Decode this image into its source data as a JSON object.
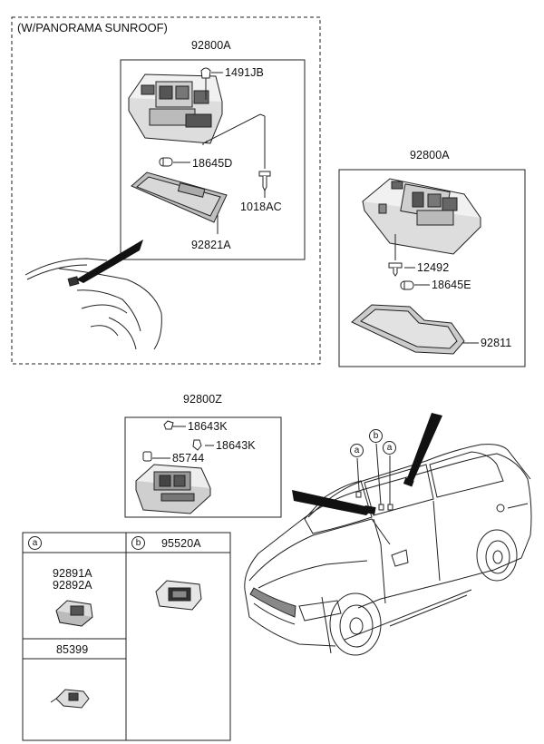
{
  "panorama": {
    "caption": "(W/PANORAMA SUNROOF)",
    "assembly": "92800A",
    "clip": "1491JB",
    "bulb": "18645D",
    "screw": "1018AC",
    "lens": "92821A"
  },
  "standard": {
    "assembly": "92800A",
    "screw": "12492",
    "bulb": "18645E",
    "lens": "92811"
  },
  "rear": {
    "assembly": "92800Z",
    "bulb_top": "18643K",
    "bulb_mid": "18643K",
    "socket": "85744"
  },
  "table": {
    "ref_a": "a",
    "ref_b": "b",
    "part_b": "95520A",
    "part_a1": "92891A",
    "part_a2": "92892A",
    "part_c": "85399"
  },
  "car": {
    "callout_a1": "a",
    "callout_b": "b",
    "callout_a2": "a"
  }
}
